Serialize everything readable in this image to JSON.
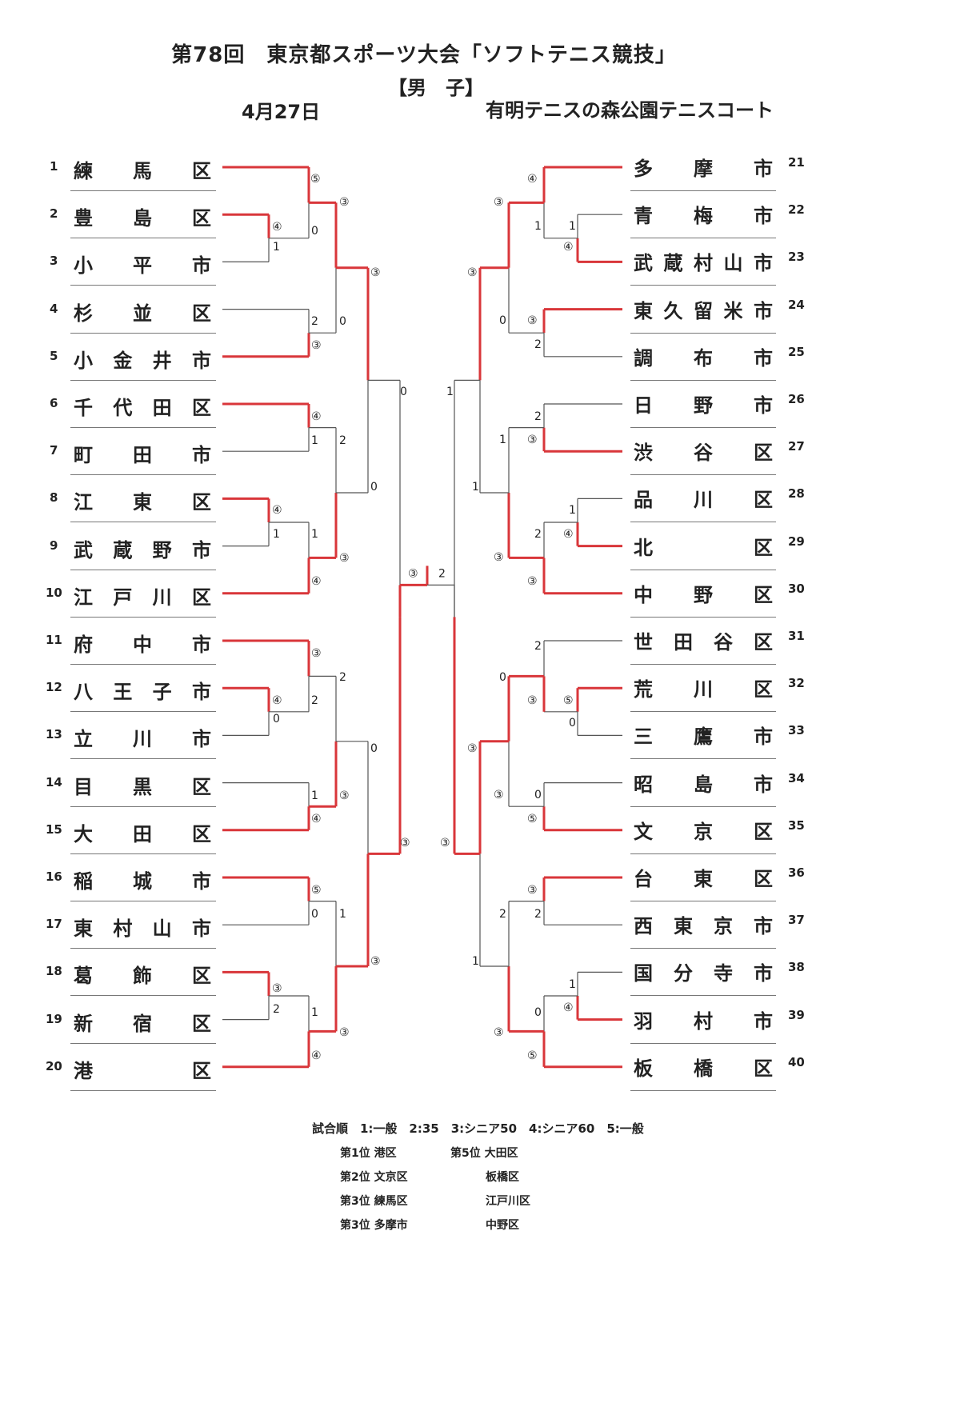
{
  "title": "第78回　東京都スポーツ大会「ソフトテニス競技」",
  "division": "【男　子】",
  "date": "4月27日",
  "venue": "有明テニスの森公園テニスコート",
  "colors": {
    "winner_line": "#d9363a",
    "loser_line": "#555555"
  },
  "left_teams": [
    {
      "num": "1",
      "name": "練馬区"
    },
    {
      "num": "2",
      "name": "豊島区"
    },
    {
      "num": "3",
      "name": "小平市"
    },
    {
      "num": "4",
      "name": "杉並区"
    },
    {
      "num": "5",
      "name": "小金井市"
    },
    {
      "num": "6",
      "name": "千代田区"
    },
    {
      "num": "7",
      "name": "町田市"
    },
    {
      "num": "8",
      "name": "江東区"
    },
    {
      "num": "9",
      "name": "武蔵野市"
    },
    {
      "num": "10",
      "name": "江戸川区"
    },
    {
      "num": "11",
      "name": "府中市"
    },
    {
      "num": "12",
      "name": "八王子市"
    },
    {
      "num": "13",
      "name": "立川市"
    },
    {
      "num": "14",
      "name": "目黒区"
    },
    {
      "num": "15",
      "name": "大田区"
    },
    {
      "num": "16",
      "name": "稲城市"
    },
    {
      "num": "17",
      "name": "東村山市"
    },
    {
      "num": "18",
      "name": "葛飾区"
    },
    {
      "num": "19",
      "name": "新宿区"
    },
    {
      "num": "20",
      "name": "港区"
    }
  ],
  "right_teams": [
    {
      "num": "21",
      "name": "多摩市"
    },
    {
      "num": "22",
      "name": "青梅市"
    },
    {
      "num": "23",
      "name": "武蔵村山市"
    },
    {
      "num": "24",
      "name": "東久留米市"
    },
    {
      "num": "25",
      "name": "調布市"
    },
    {
      "num": "26",
      "name": "日野市"
    },
    {
      "num": "27",
      "name": "渋谷区"
    },
    {
      "num": "28",
      "name": "品川区"
    },
    {
      "num": "29",
      "name": "北区"
    },
    {
      "num": "30",
      "name": "中野区"
    },
    {
      "num": "31",
      "name": "世田谷区"
    },
    {
      "num": "32",
      "name": "荒川区"
    },
    {
      "num": "33",
      "name": "三鷹市"
    },
    {
      "num": "34",
      "name": "昭島市"
    },
    {
      "num": "35",
      "name": "文京区"
    },
    {
      "num": "36",
      "name": "台東区"
    },
    {
      "num": "37",
      "name": "西東京市"
    },
    {
      "num": "38",
      "name": "国分寺市"
    },
    {
      "num": "39",
      "name": "羽村市"
    },
    {
      "num": "40",
      "name": "板橋区"
    }
  ],
  "final_scores": {
    "left": "③",
    "right": "2"
  },
  "match_order": "試合順　1:一般　2:35　3:シニア50　4:シニア60　5:一般",
  "results": [
    {
      "rank": "第1位",
      "team": "港区"
    },
    {
      "rank": "第2位",
      "team": "文京区"
    },
    {
      "rank": "第3位",
      "team": "練馬区"
    },
    {
      "rank": "第3位",
      "team": "多摩市"
    },
    {
      "rank": "第5位",
      "team": "大田区"
    },
    {
      "rank": "",
      "team": "板橋区"
    },
    {
      "rank": "",
      "team": "江戸川区"
    },
    {
      "rank": "",
      "team": "中野区"
    }
  ]
}
